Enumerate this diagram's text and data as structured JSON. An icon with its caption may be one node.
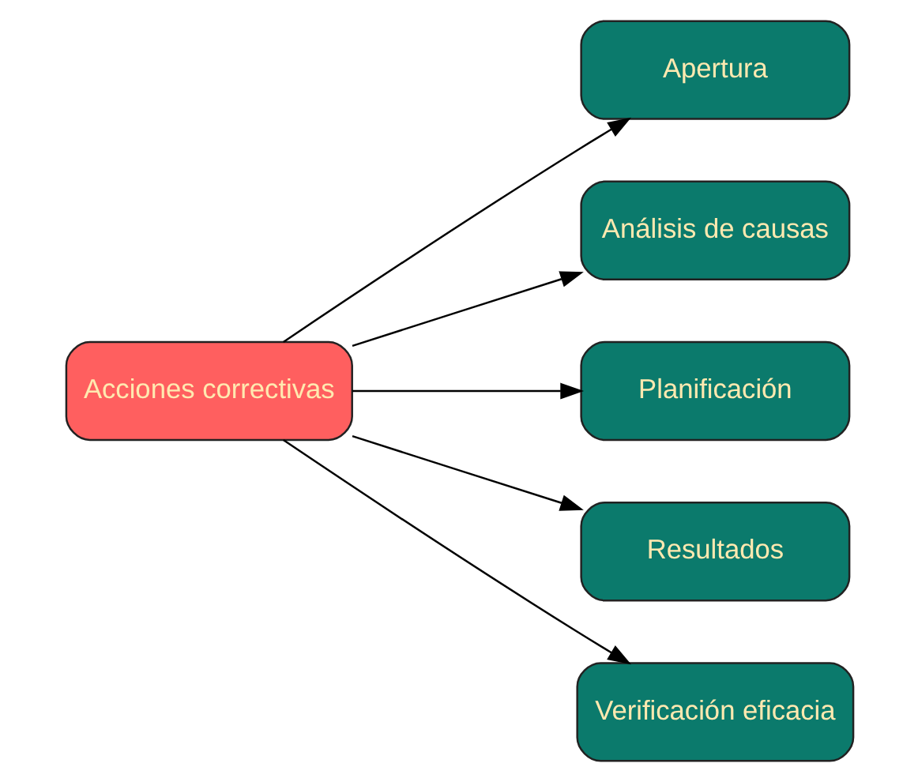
{
  "diagram": {
    "nodes": [
      {
        "text": [
          "Acciones correctivas"
        ]
      },
      {
        "text": [
          "Apertura"
        ]
      },
      {
        "text": [
          "Análisis de causas"
        ]
      },
      {
        "text": [
          "Planificación"
        ]
      },
      {
        "text": [
          "Resultados"
        ]
      },
      {
        "text": [
          "Verificación eficacia"
        ]
      }
    ],
    "edges": [
      {
        "from": 0,
        "to": 1,
        "arrow": "to"
      },
      {
        "from": 0,
        "to": 2,
        "arrow": "to"
      },
      {
        "from": 0,
        "to": 3,
        "arrow": "to"
      },
      {
        "from": 0,
        "to": 4,
        "arrow": "to"
      },
      {
        "from": 0,
        "to": 5,
        "arrow": "to"
      }
    ]
  }
}
